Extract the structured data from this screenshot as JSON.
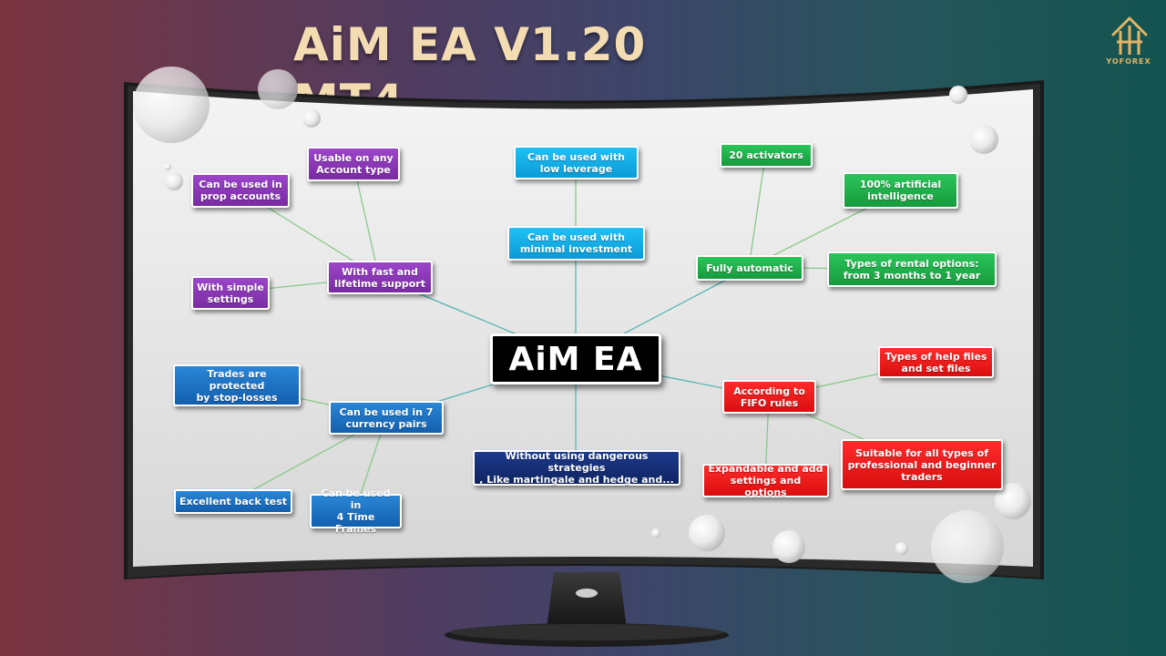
{
  "header": {
    "title": "AiM EA V1.20 MT4"
  },
  "brand": {
    "logo_text": "YOFOREX",
    "logo_color": "#e3b466"
  },
  "mindmap": {
    "center": "AiM EA",
    "nodes": {
      "prop_accounts": "Can be used in\nprop accounts",
      "account_type": "Usable on any\nAccount type",
      "low_leverage": "Can be used with\nlow leverage",
      "activators": "20 activators",
      "ai": "100%  artificial\nintelligence",
      "support": "With fast and\nlifetime support",
      "simple_settings": "With simple\nsettings",
      "minimal_investment": "Can be used with\nminimal investment",
      "fully_automatic": "Fully automatic",
      "rental": "Types of rental options:\nfrom 3 months to 1 year",
      "stop_losses": "Trades are protected\nby stop-losses",
      "currency_pairs": "Can be used in 7\ncurrency pairs",
      "help_files": "Types of help files\nand set files",
      "fifo": "According to\nFIFO rules",
      "dangerous": "Without using dangerous strategies\n, Like martingale and hedge and...",
      "suitable": "Suitable for all types of\nprofessional and beginner\ntraders",
      "backtest": "Excellent back test",
      "time_frames": "Can be used in\n4 Time Frames",
      "expandable": "Expandable and add\nsettings and options"
    }
  },
  "colors": {
    "purple": "#8a36b8",
    "cyan": "#13aee8",
    "green": "#21b04c",
    "blue": "#1d72c2",
    "red": "#ee1c1c",
    "navy": "#16307a"
  }
}
